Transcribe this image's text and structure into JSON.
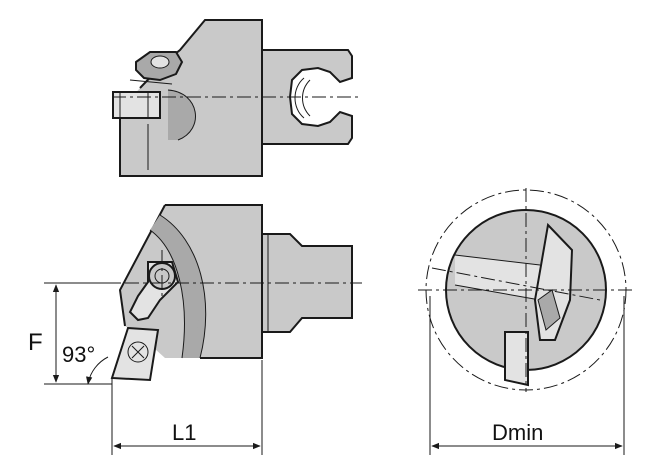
{
  "labels": {
    "f": "F",
    "angle": "93°",
    "l1": "L1",
    "dmin": "Dmin"
  }
}
